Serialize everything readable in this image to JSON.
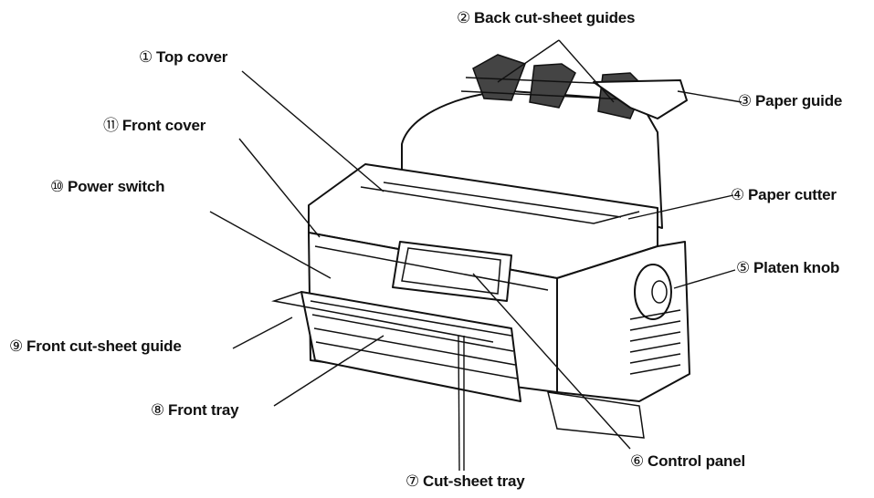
{
  "labels": [
    {
      "num": "①",
      "text": "Top cover"
    },
    {
      "num": "②",
      "text": "Back cut-sheet guides"
    },
    {
      "num": "③",
      "text": "Paper guide"
    },
    {
      "num": "④",
      "text": "Paper cutter"
    },
    {
      "num": "⑤",
      "text": "Platen knob"
    },
    {
      "num": "⑥",
      "text": "Control panel"
    },
    {
      "num": "⑦",
      "text": "Cut-sheet tray"
    },
    {
      "num": "⑧",
      "text": "Front tray"
    },
    {
      "num": "⑨",
      "text": "Front cut-sheet guide"
    },
    {
      "num": "⑩",
      "text": "Power switch"
    },
    {
      "num": "⑪",
      "text": "Front cover"
    }
  ]
}
